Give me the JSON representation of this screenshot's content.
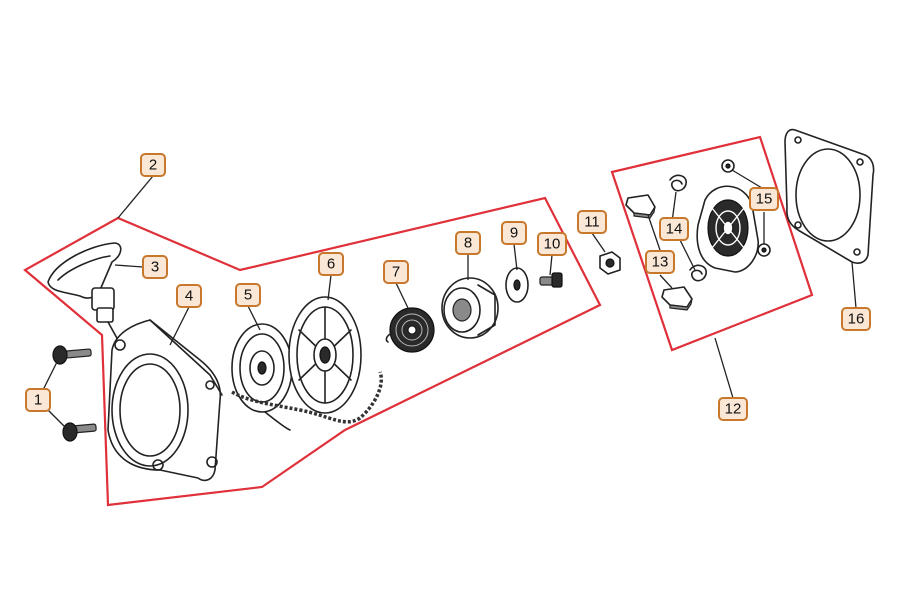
{
  "callouts": [
    {
      "label": "1"
    },
    {
      "label": "2"
    },
    {
      "label": "3"
    },
    {
      "label": "4"
    },
    {
      "label": "5"
    },
    {
      "label": "6"
    },
    {
      "label": "7"
    },
    {
      "label": "8"
    },
    {
      "label": "9"
    },
    {
      "label": "10"
    },
    {
      "label": "11"
    },
    {
      "label": "12"
    },
    {
      "label": "13"
    },
    {
      "label": "14"
    },
    {
      "label": "15"
    },
    {
      "label": "16"
    }
  ],
  "colors": {
    "group_outline": "#e0303a",
    "callout_border": "#c8782d",
    "callout_fill": "#fbe7d6"
  }
}
